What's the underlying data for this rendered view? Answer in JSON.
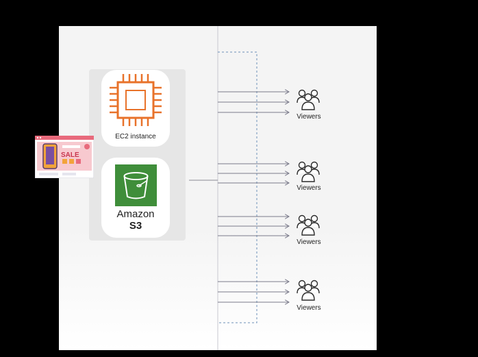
{
  "diagram": {
    "ec2_label": "EC2 instance",
    "s3_label_line1": "Amazon",
    "s3_label_line2": "S3",
    "viewer_groups": [
      {
        "label": "Viewers"
      },
      {
        "label": "Viewers"
      },
      {
        "label": "Viewers"
      },
      {
        "label": "Viewers"
      }
    ],
    "thumbnail_text": "SALE"
  },
  "colors": {
    "ec2_orange": "#e8722a",
    "s3_green": "#3f8e3a",
    "arrow_gray": "#7a7a8a",
    "dashed_blue": "#6b8fb8",
    "thumbnail_pink": "#e86a7c"
  },
  "icons": {
    "ec2": "ec2-chip-icon",
    "s3": "s3-bucket-icon",
    "viewers": "people-group-icon"
  }
}
